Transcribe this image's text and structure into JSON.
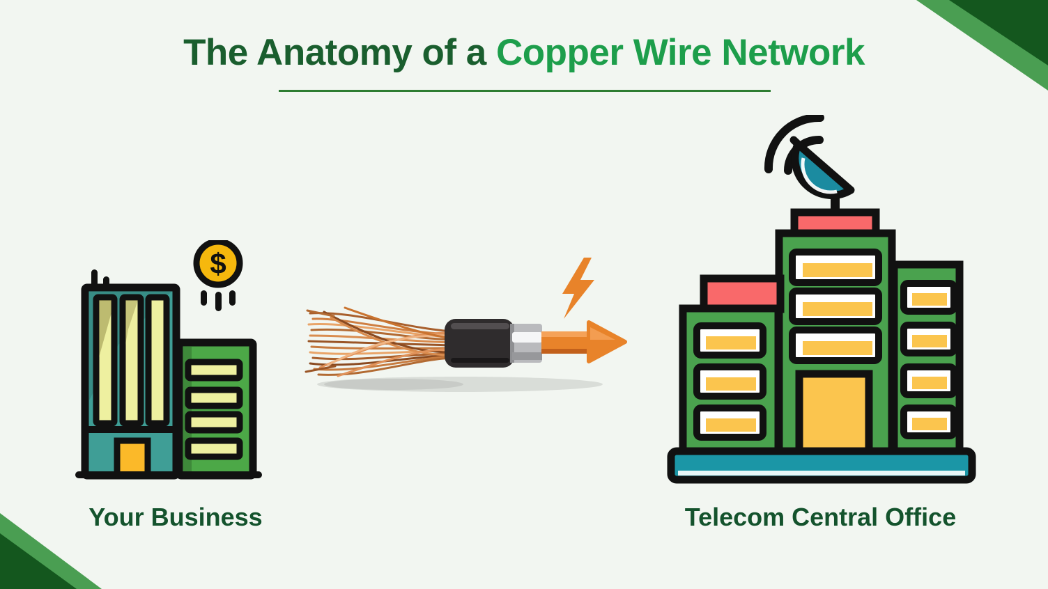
{
  "title": {
    "prefix": "The Anatomy of a",
    "highlight": "Copper Wire Network"
  },
  "nodes": {
    "left_label": "Your Business",
    "right_label": "Telecom Central Office"
  },
  "coin": {
    "symbol": "$"
  },
  "icons": {
    "left_building": "business-building-icon",
    "dollar_coin": "dollar-coin-icon",
    "copper_cable": "copper-cable-illustration",
    "lightning_bolt": "lightning-bolt-icon",
    "signal_arrow": "signal-arrow-icon",
    "telecom_building": "telecom-building-icon",
    "satellite_dish": "satellite-dish-icon",
    "corner_decorations": "corner-decoration"
  },
  "colors": {
    "background": "#f2f6f1",
    "title_prefix": "#1a5e2e",
    "title_highlight": "#1d9e4b",
    "underline": "#2e7d32",
    "node_label": "#14532d",
    "corner_light_green": "#4a9e52",
    "corner_dark_green": "#14571e",
    "business_teal": "#3f9e96",
    "business_green": "#4ca847",
    "window_pale_yellow": "#eef0a0",
    "door_yellow": "#fbb929",
    "coin_yellow": "#f6b80d",
    "telecom_green": "#4aa24e",
    "telecom_window_yellow": "#fbc54e",
    "telecom_red": "#f9696a",
    "telecom_base_teal": "#1b96a6",
    "satellite_dish_teal": "#1b8ba0",
    "copper_wire": "#c77b3f",
    "connector_black": "#2f2c2d",
    "arrow_orange": "#e8832a",
    "outline_black": "#111111"
  }
}
